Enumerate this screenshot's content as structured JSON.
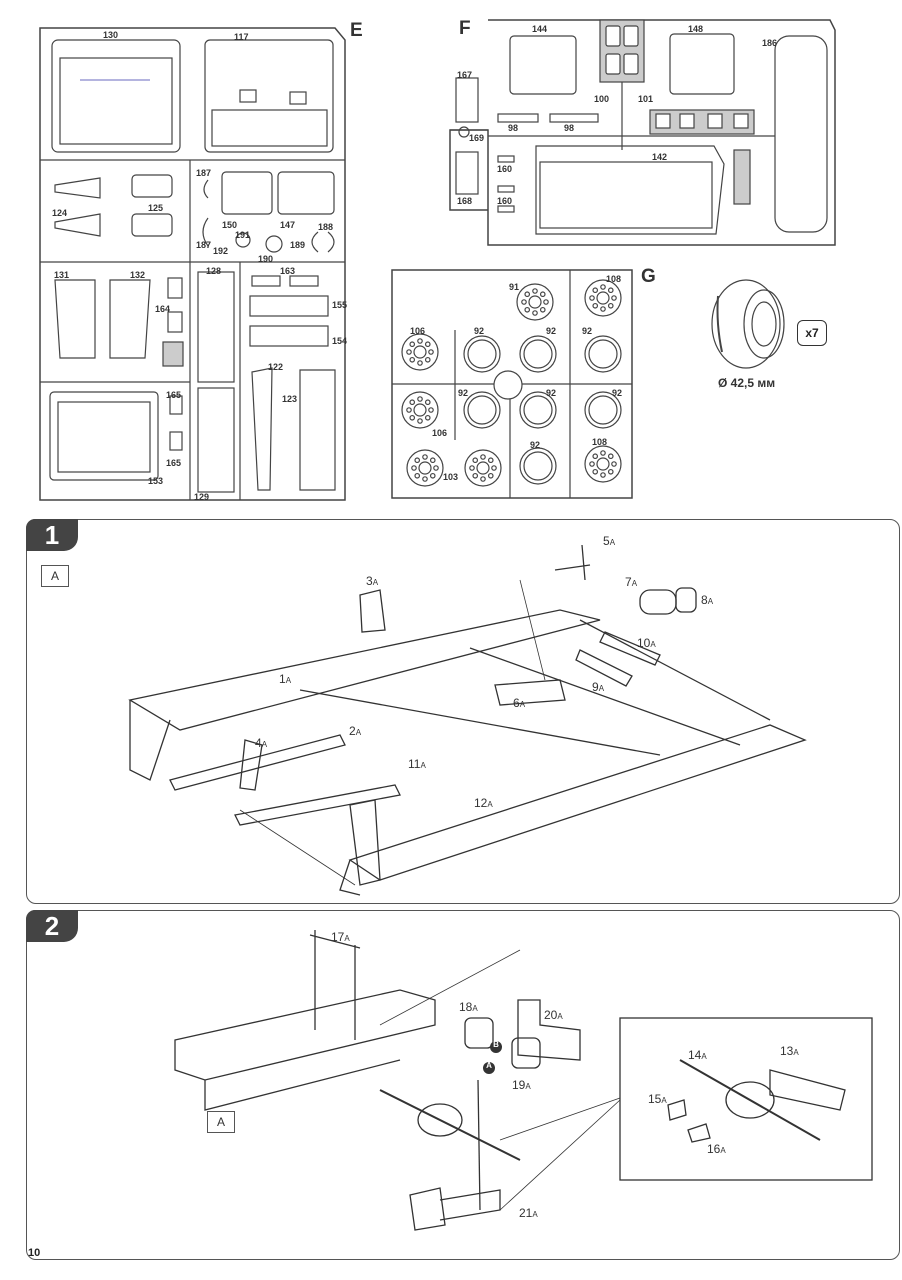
{
  "sprues": {
    "E": {
      "letter": "E",
      "parts": [
        "130",
        "117",
        "187",
        "150",
        "147",
        "188",
        "124",
        "125",
        "187",
        "191",
        "192",
        "190",
        "189",
        "131",
        "132",
        "164",
        "128",
        "163",
        "155",
        "154",
        "122",
        "123",
        "165",
        "165",
        "153",
        "129"
      ]
    },
    "F": {
      "letter": "F",
      "parts": [
        "144",
        "148",
        "186",
        "167",
        "100",
        "101",
        "169",
        "98",
        "98",
        "142",
        "160",
        "160",
        "168"
      ]
    },
    "G": {
      "letter": "G",
      "parts": [
        "91",
        "108",
        "106",
        "92",
        "92",
        "92",
        "92",
        "106",
        "92",
        "92",
        "92",
        "103",
        "108"
      ]
    }
  },
  "tire": {
    "quantity": "x7",
    "diameter": "Ø 42,5 мм"
  },
  "step1": {
    "number": "1",
    "view_label": "A",
    "parts": [
      {
        "num": "1",
        "sub": "A"
      },
      {
        "num": "2",
        "sub": "A"
      },
      {
        "num": "3",
        "sub": "A"
      },
      {
        "num": "4",
        "sub": "A"
      },
      {
        "num": "5",
        "sub": "A"
      },
      {
        "num": "6",
        "sub": "A"
      },
      {
        "num": "7",
        "sub": "A"
      },
      {
        "num": "8",
        "sub": "A"
      },
      {
        "num": "9",
        "sub": "A"
      },
      {
        "num": "10",
        "sub": "A"
      },
      {
        "num": "11",
        "sub": "A"
      },
      {
        "num": "12",
        "sub": "A"
      }
    ]
  },
  "step2": {
    "number": "2",
    "view_label": "A",
    "parts": [
      {
        "num": "17",
        "sub": "A"
      },
      {
        "num": "18",
        "sub": "A"
      },
      {
        "num": "20",
        "sub": "A"
      },
      {
        "num": "19",
        "sub": "A"
      },
      {
        "num": "14",
        "sub": "A"
      },
      {
        "num": "13",
        "sub": "A"
      },
      {
        "num": "15",
        "sub": "A"
      },
      {
        "num": "16",
        "sub": "A"
      },
      {
        "num": "21",
        "sub": "A"
      }
    ],
    "markers": [
      "A",
      "B"
    ]
  },
  "page_number": "10"
}
